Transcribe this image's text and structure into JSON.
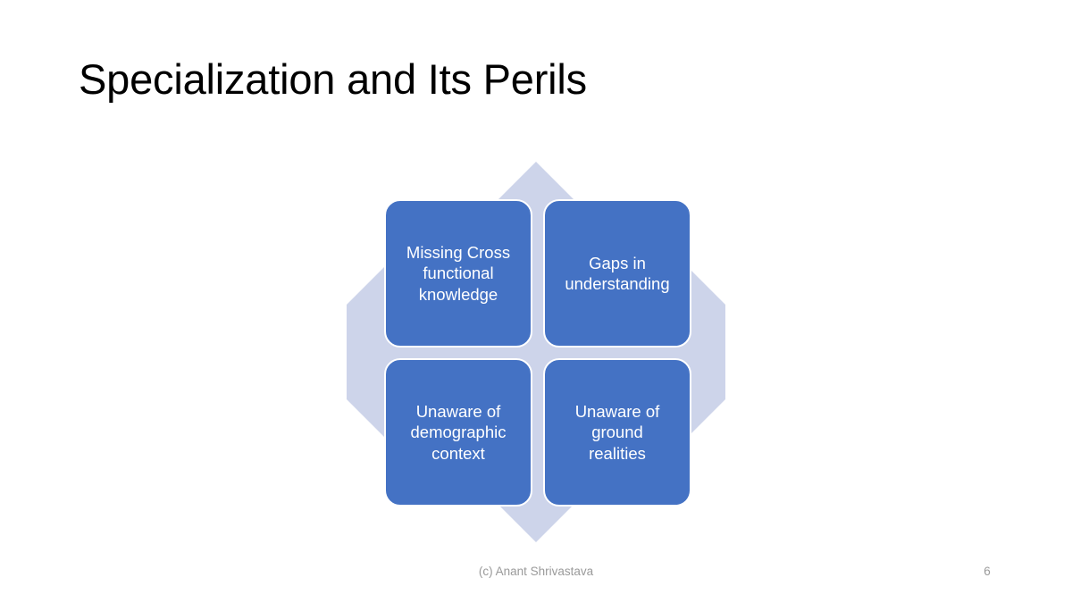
{
  "slide": {
    "title": "Specialization and Its Perils",
    "background_color": "#FFFFFF"
  },
  "diagram": {
    "type": "four-way-arrow-matrix",
    "backdrop_color": "#CDD4EA",
    "node_color": "#4472C4",
    "node_text_color": "#FFFFFF",
    "nodes": [
      {
        "id": "top-left",
        "label": "Missing Cross\nfunctional\nknowledge"
      },
      {
        "id": "top-right",
        "label": "Gaps in\nunderstanding"
      },
      {
        "id": "bottom-left",
        "label": "Unaware of\ndemographic\ncontext"
      },
      {
        "id": "bottom-right",
        "label": "Unaware of\nground\nrealities"
      }
    ]
  },
  "footer": {
    "credit": "(c) Anant Shrivastava",
    "page_number": "6",
    "text_color": "#9A9A9A"
  }
}
